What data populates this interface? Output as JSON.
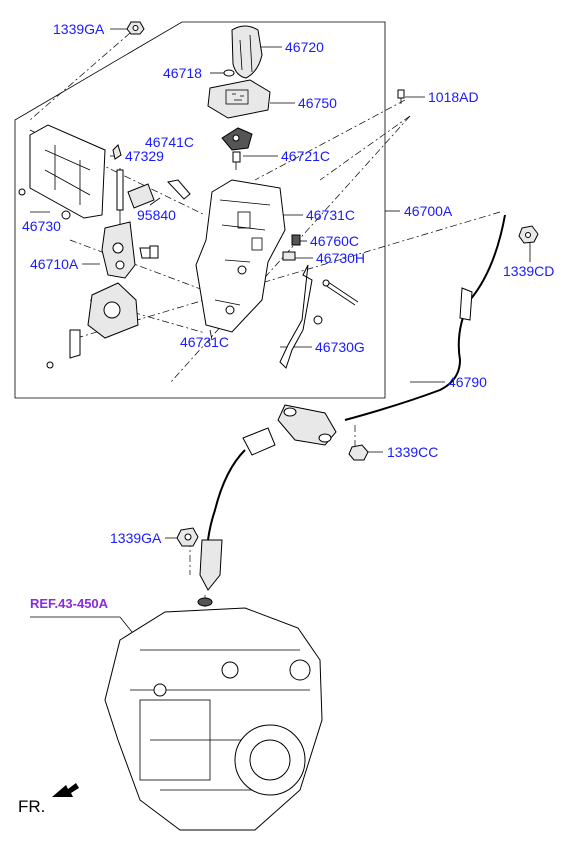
{
  "diagram": {
    "colors": {
      "callout": "#1a1aff",
      "ref_link": "#8a2be2",
      "line": "#000000"
    },
    "labels": {
      "p1339GA_top": "1339GA",
      "p46720": "46720",
      "p46718": "46718",
      "p46750": "46750",
      "p1018AD": "1018AD",
      "p46741C": "46741C",
      "p46721C": "46721C",
      "p47329": "47329",
      "p95840": "95840",
      "p46731C_right": "46731C",
      "p46700A": "46700A",
      "p46730": "46730",
      "p46760C": "46760C",
      "p46730H": "46730H",
      "p46710A": "46710A",
      "p1339CD": "1339CD",
      "p46731C_bottom": "46731C",
      "p46730G": "46730G",
      "p46790": "46790",
      "p1339CC": "1339CC",
      "p1339GA_mid": "1339GA",
      "ref": "REF.43-450A",
      "fr": "FR."
    },
    "icons": [
      "fr-arrow-icon"
    ]
  }
}
